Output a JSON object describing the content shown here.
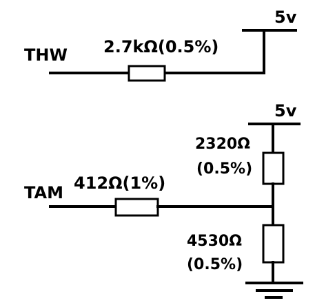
{
  "circuits": {
    "thw": {
      "signal_label": "THW",
      "supply_label": "5v",
      "resistor_label": "2.7kΩ(0.5%)"
    },
    "tam": {
      "signal_label": "TAM",
      "supply_label": "5v",
      "series_resistor_label": "412Ω(1%)",
      "pullup_value": "2320Ω",
      "pullup_tolerance": "(0.5%)",
      "pulldown_value": "4530Ω",
      "pulldown_tolerance": "(0.5%)"
    }
  },
  "colors": {
    "ink": "#000000",
    "background": "#ffffff"
  }
}
